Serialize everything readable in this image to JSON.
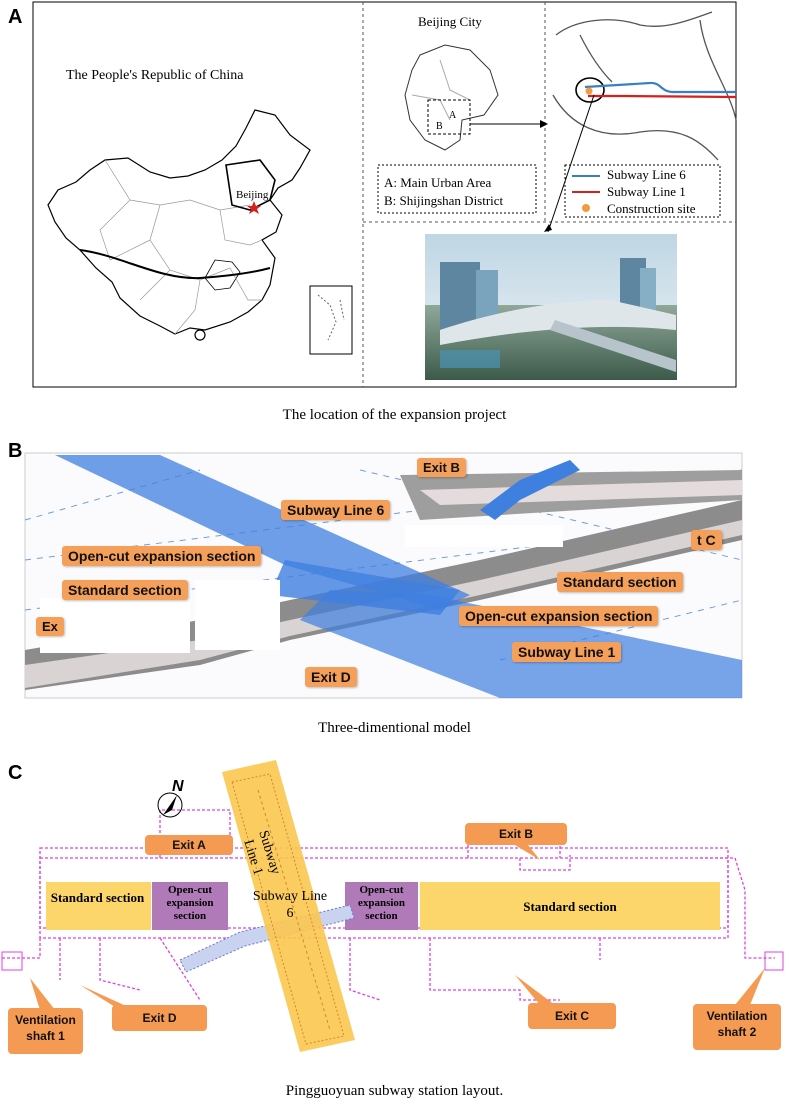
{
  "panelA": {
    "label": "A",
    "china_title": "The People's Republic of China",
    "beijing_marker": "Beijing",
    "beijing_city_title": "Beijing City",
    "area_A": "A",
    "area_B": "B",
    "legend_areas": [
      "A: Main Urban Area",
      "B: Shijingshan District"
    ],
    "legend_lines": [
      "Subway Line 6",
      "Subway Line 1",
      "Construction site"
    ],
    "caption": "The location of the expansion project"
  },
  "panelB": {
    "label": "B",
    "callouts": {
      "exit_b": "Exit B",
      "subway_line6": "Subway Line 6",
      "open_cut_left": "Open-cut expansion section",
      "standard_left": "Standard section",
      "exit_c_partial": "t C",
      "standard_right": "Standard section",
      "open_cut_right": "Open-cut expansion section",
      "exit_partial": "Ex",
      "subway_line1": "Subway Line 1",
      "exit_d": "Exit D"
    },
    "caption": "Three-dimentional model"
  },
  "panelC": {
    "label": "C",
    "north": "N",
    "exit_a": "Exit A",
    "exit_b": "Exit B",
    "exit_c": "Exit C",
    "exit_d": "Exit D",
    "standard_left": "Standard section",
    "open_cut_left": "Open-cut expansion section",
    "subway_line6": "Subway Line 6",
    "subway_line1": "Subway Line 1",
    "open_cut_right": "Open-cut expansion section",
    "standard_right": "Standard section",
    "vent1": "Ventilation shaft 1",
    "vent2": "Ventilation shaft 2",
    "caption": "Pingguoyuan subway station layout."
  },
  "colors": {
    "line6": "#3a7fc1",
    "line1": "#d62020",
    "site": "#f39a3c",
    "callout": "#f5a05a",
    "standard": "#fcd66a",
    "opencut": "#b07ab8",
    "structure": "#e040e0"
  }
}
